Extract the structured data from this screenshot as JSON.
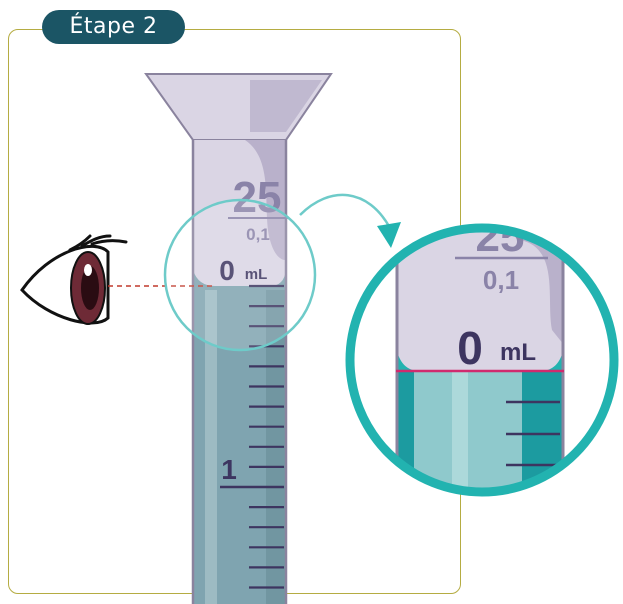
{
  "step_label": "Étape 2",
  "cylinder": {
    "capacity": "25",
    "precision": "0,1",
    "zero_mark": "0",
    "unit": "mL",
    "mark_one": "1"
  },
  "zoom": {
    "capacity_partial": "25",
    "precision": "0,1",
    "zero_mark": "0",
    "unit": "mL"
  },
  "colors": {
    "liquid": "#7fa4b0",
    "liquid_zoom": "#8fc9cc",
    "glass": "#d4cfdf",
    "ink": "#3d3560",
    "teal": "#22b3b0",
    "badge": "#1b5565",
    "frame": "#b5ac42",
    "sight_line": "#c0392b",
    "meniscus_line": "#d02a6e"
  }
}
